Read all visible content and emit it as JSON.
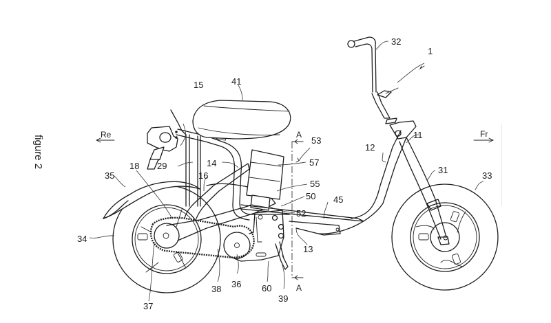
{
  "figure": {
    "caption": "figure 2",
    "subject": "electric scooter side view (patent drawing)",
    "line_color": "#1c1c1c",
    "background": "#ffffff"
  },
  "directions": {
    "rear": "Re",
    "front": "Fr"
  },
  "section_marker": {
    "top": "A",
    "bottom": "A"
  },
  "reference_numerals": [
    {
      "id": "1",
      "part": "vehicle (overall)"
    },
    {
      "id": "11",
      "part": "head pipe"
    },
    {
      "id": "12",
      "part": "down frame"
    },
    {
      "id": "13",
      "part": "floor frame"
    },
    {
      "id": "14",
      "part": "seat frame"
    },
    {
      "id": "15",
      "part": "seat rail"
    },
    {
      "id": "16",
      "part": "rear frame"
    },
    {
      "id": "18",
      "part": "swing arm"
    },
    {
      "id": "29",
      "part": "rear stay"
    },
    {
      "id": "31",
      "part": "front fork"
    },
    {
      "id": "32",
      "part": "handlebar"
    },
    {
      "id": "33",
      "part": "front wheel"
    },
    {
      "id": "34",
      "part": "rear wheel"
    },
    {
      "id": "35",
      "part": "rear fender"
    },
    {
      "id": "36",
      "part": "drive sprocket"
    },
    {
      "id": "37",
      "part": "driven sprocket"
    },
    {
      "id": "38",
      "part": "chain"
    },
    {
      "id": "39",
      "part": "stand"
    },
    {
      "id": "41",
      "part": "seat"
    },
    {
      "id": "45",
      "part": "floor step"
    },
    {
      "id": "50",
      "part": "battery unit"
    },
    {
      "id": "52",
      "part": "battery base"
    },
    {
      "id": "53",
      "part": "battery assembly"
    },
    {
      "id": "55",
      "part": "battery case"
    },
    {
      "id": "57",
      "part": "battery lid"
    },
    {
      "id": "60",
      "part": "motor unit"
    }
  ]
}
